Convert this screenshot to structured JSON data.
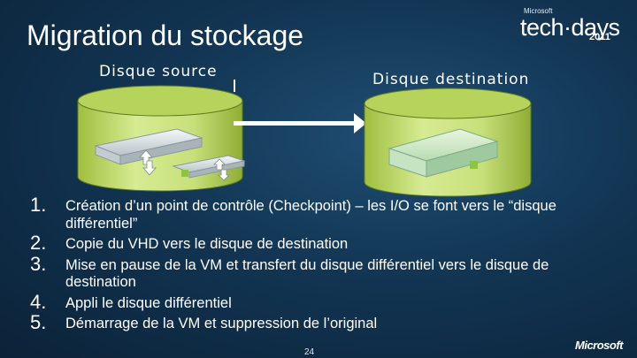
{
  "slide": {
    "title": "Migration du stockage",
    "source_label": "Disque source",
    "destination_label": "Disque destination",
    "page_number": "24"
  },
  "branding": {
    "event_company": "Microsoft",
    "event_name": "tech·days",
    "event_year": "2011",
    "footer_logo": "Microsoft"
  },
  "steps": [
    {
      "num": "1.",
      "text": "Création d’un point de contrôle (Checkpoint) – les I/O se font vers le “disque différentiel”"
    },
    {
      "num": "2.",
      "text": "Copie du VHD vers le disque de destination"
    },
    {
      "num": "3.",
      "text": "Mise en pause de la VM et transfert du disque différentiel vers le disque de destination"
    },
    {
      "num": "4.",
      "text": "Appli le disque différentiel"
    },
    {
      "num": "5.",
      "text": "Démarrage de la VM et suppression de  l’original"
    }
  ],
  "colors": {
    "background": "#123553",
    "cylinder_body": "#c8e07a",
    "cylinder_top": "#b6d35c",
    "arrow": "#ffffff"
  }
}
